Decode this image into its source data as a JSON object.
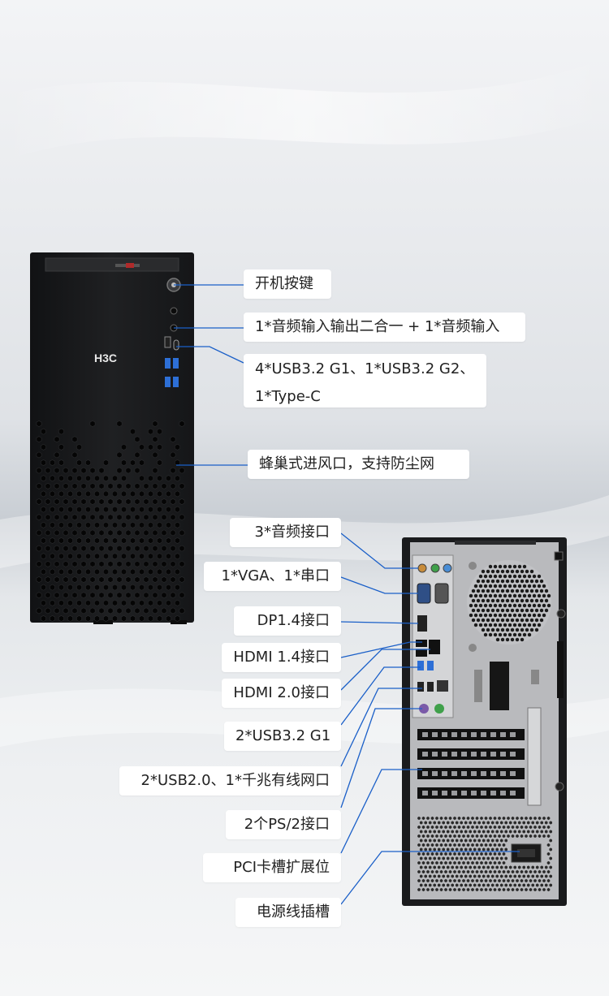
{
  "brand": {
    "logo_text": "H3C"
  },
  "front_labels": [
    {
      "id": "power",
      "text": "开机按键"
    },
    {
      "id": "audio",
      "text": "1*音频输入输出二合一 + 1*音频输入"
    },
    {
      "id": "usb",
      "text": "4*USB3.2 G1、1*USB3.2 G2、\n1*Type-C"
    },
    {
      "id": "vent",
      "text": "蜂巢式进风口，支持防尘网"
    }
  ],
  "rear_labels": [
    {
      "id": "audio3",
      "text": "3*音频接口"
    },
    {
      "id": "vga",
      "text": "1*VGA、1*串口"
    },
    {
      "id": "dp",
      "text": "DP1.4接口"
    },
    {
      "id": "hdmi14",
      "text": "HDMI 1.4接口"
    },
    {
      "id": "hdmi20",
      "text": "HDMI 2.0接口"
    },
    {
      "id": "usb32",
      "text": "2*USB3.2 G1"
    },
    {
      "id": "usb20",
      "text": "2*USB2.0、1*千兆有线网口"
    },
    {
      "id": "ps2",
      "text": "2个PS/2接口"
    },
    {
      "id": "pci",
      "text": "PCI卡槽扩展位"
    },
    {
      "id": "power_socket",
      "text": "电源线插槽"
    }
  ],
  "colors": {
    "line": "#1a5fc8",
    "case": "#1b1c1e",
    "panel": "#c9cacc",
    "port_blue": "#2d6fd6"
  }
}
